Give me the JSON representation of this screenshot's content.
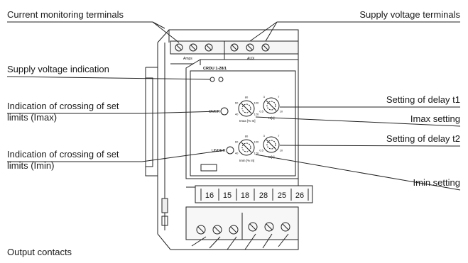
{
  "callouts": {
    "current_terminals": "Current monitoring terminals",
    "supply_terminals": "Supply voltage terminals",
    "supply_indication": "Supply voltage indication",
    "imax_indication_line1": "Indication of crossing of set",
    "imax_indication_line2": "limits (Imax)",
    "imin_indication_line1": "Indication of crossing of set",
    "imin_indication_line2": "limits (Imin)",
    "delay_t1": "Setting of delay t1",
    "imax_setting": "Imax setting",
    "delay_t2": "Setting of delay t2",
    "imin_setting": "Imin setting",
    "output_contacts": "Output contacts"
  },
  "device": {
    "model": "CRDU 1-28/1",
    "amps_label": "Amps",
    "aux_label": "AUX",
    "over_label": "OVER",
    "under_label": "UNDER",
    "imax_dial_caption": "Imax [% In]",
    "imin_dial_caption": "Imin [% In]",
    "t1_dial_caption": "t1[s]",
    "t2_dial_caption": "t2[s]",
    "imax_scale": [
      "40",
      "60",
      "80",
      "100",
      "120"
    ],
    "imin_scale": [
      "40",
      "60",
      "80",
      "100",
      "120"
    ],
    "t1_scale": [
      "0.5",
      "3",
      "7",
      "10"
    ],
    "t2_scale": [
      "0.5",
      "3",
      "7",
      "10"
    ],
    "output_terminal_numbers": [
      "16",
      "15",
      "18",
      "28",
      "25",
      "26"
    ]
  }
}
